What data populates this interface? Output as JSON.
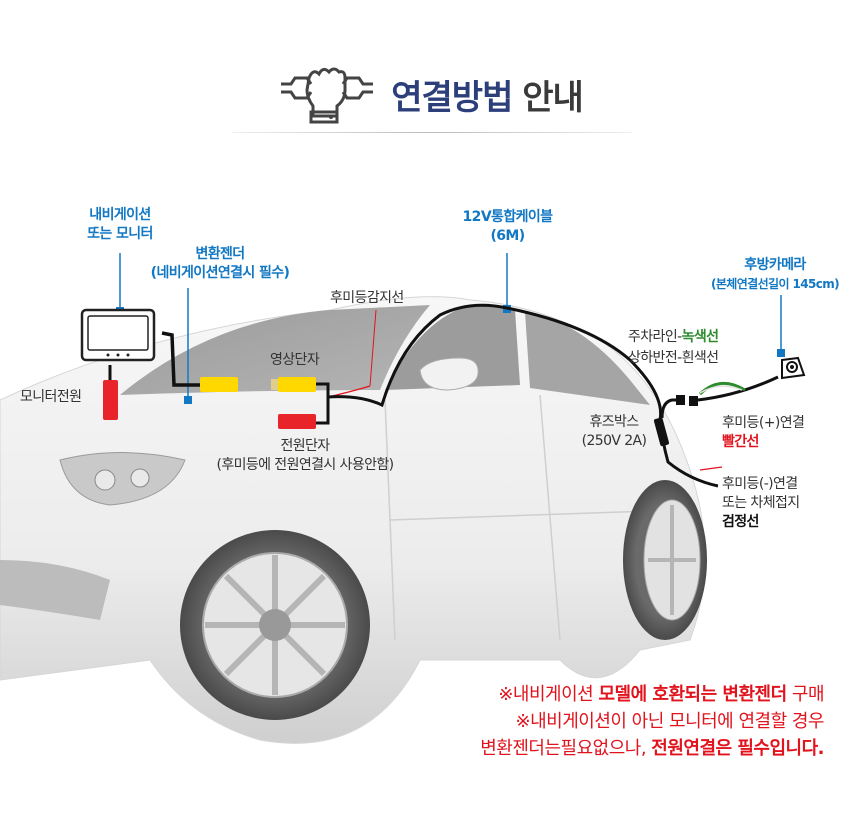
{
  "header": {
    "title_highlight": "연결방법",
    "title_rest": "안내",
    "icon": "hand-wrench-icon"
  },
  "labels": {
    "navigation_line1": "내비게이션",
    "navigation_line2": "또는 모니터",
    "converter_line1": "변환젠더",
    "converter_line2": "(네비게이션연결시 필수)",
    "integrated_cable_line1": "12V통합케이블",
    "integrated_cable_line2": "(6M)",
    "rear_camera_line1": "후방카메라",
    "rear_camera_line2": "(본체연결선길이 145cm)",
    "taillight_sense": "후미등감지선",
    "video_terminal": "영상단자",
    "monitor_power": "모니터전원",
    "power_terminal_line1": "전원단자",
    "power_terminal_line2": "(후미등에 전원연결시 사용안함)",
    "parking_line_prefix": "주차라인-",
    "parking_line_color": "녹색선",
    "flip_line": "상하반전-흰색선",
    "fuse_box_line1": "휴즈박스",
    "fuse_box_line2": "(250V 2A)",
    "taillight_plus": "후미등(+)연결",
    "taillight_plus_color": "빨간선",
    "taillight_minus_line1": "후미등(-)연결",
    "taillight_minus_line2": "또는 차체접지",
    "taillight_minus_color": "검정선"
  },
  "notes": {
    "line1_a": "※내비게이션 ",
    "line1_b": "모델에 호환되는 변환젠더",
    "line1_c": " 구매",
    "line2": "※내비게이션이 아닌 모니터에 연결할 경우",
    "line3_a": "변환젠더는필요없으나, ",
    "line3_b": "전원연결은 필수입니다."
  },
  "colors": {
    "title_accent": "#2d3f7a",
    "label_blue": "#1278c4",
    "warning_red": "#e1141e",
    "green_wire": "#2d8a2d",
    "connector_yellow": "#ffd800",
    "connector_red": "#e8232a"
  }
}
